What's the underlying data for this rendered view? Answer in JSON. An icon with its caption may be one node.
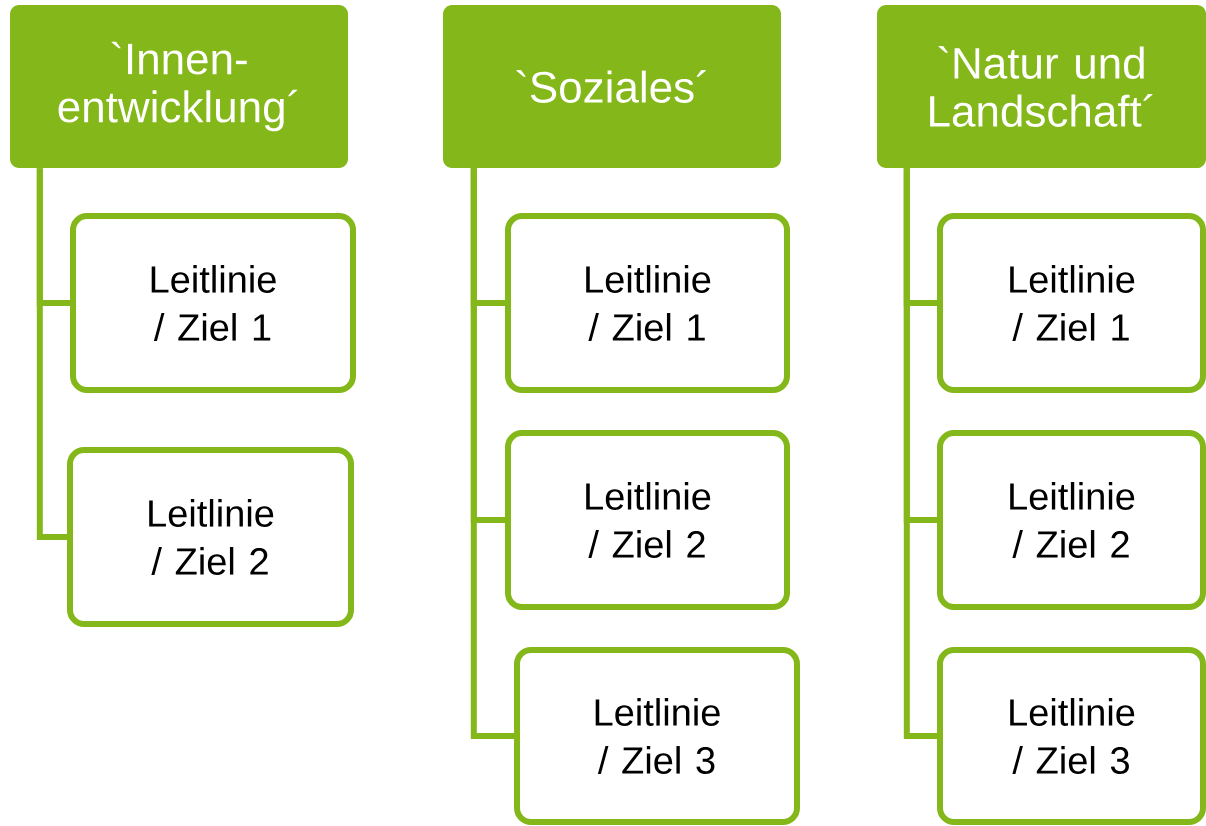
{
  "diagram": {
    "nodes": [
      {
        "text": [
          "`Innen- entwicklung´"
        ]
      },
      {
        "text": [
          "Leitlinie / Ziel 1"
        ]
      },
      {
        "text": [
          "Leitlinie / Ziel 2"
        ]
      },
      {
        "text": [
          "`Soziales´"
        ]
      },
      {
        "text": [
          "Leitlinie / Ziel 1"
        ]
      },
      {
        "text": [
          "Leitlinie / Ziel 2"
        ]
      },
      {
        "text": [
          "Leitlinie / Ziel 3"
        ]
      },
      {
        "text": [
          "`Natur und Landschaft´"
        ]
      },
      {
        "text": [
          "Leitlinie / Ziel 1"
        ]
      },
      {
        "text": [
          "Leitlinie / Ziel 2"
        ]
      },
      {
        "text": [
          "Leitlinie / Ziel 3"
        ]
      }
    ],
    "edges": [
      {
        "from": 0,
        "to": 1,
        "arrow": "none"
      },
      {
        "from": 0,
        "to": 2,
        "arrow": "none"
      },
      {
        "from": 3,
        "to": 4,
        "arrow": "none"
      },
      {
        "from": 3,
        "to": 5,
        "arrow": "none"
      },
      {
        "from": 3,
        "to": 6,
        "arrow": "none"
      },
      {
        "from": 7,
        "to": 8,
        "arrow": "none"
      },
      {
        "from": 7,
        "to": 9,
        "arrow": "none"
      },
      {
        "from": 7,
        "to": 10,
        "arrow": "none"
      }
    ]
  }
}
